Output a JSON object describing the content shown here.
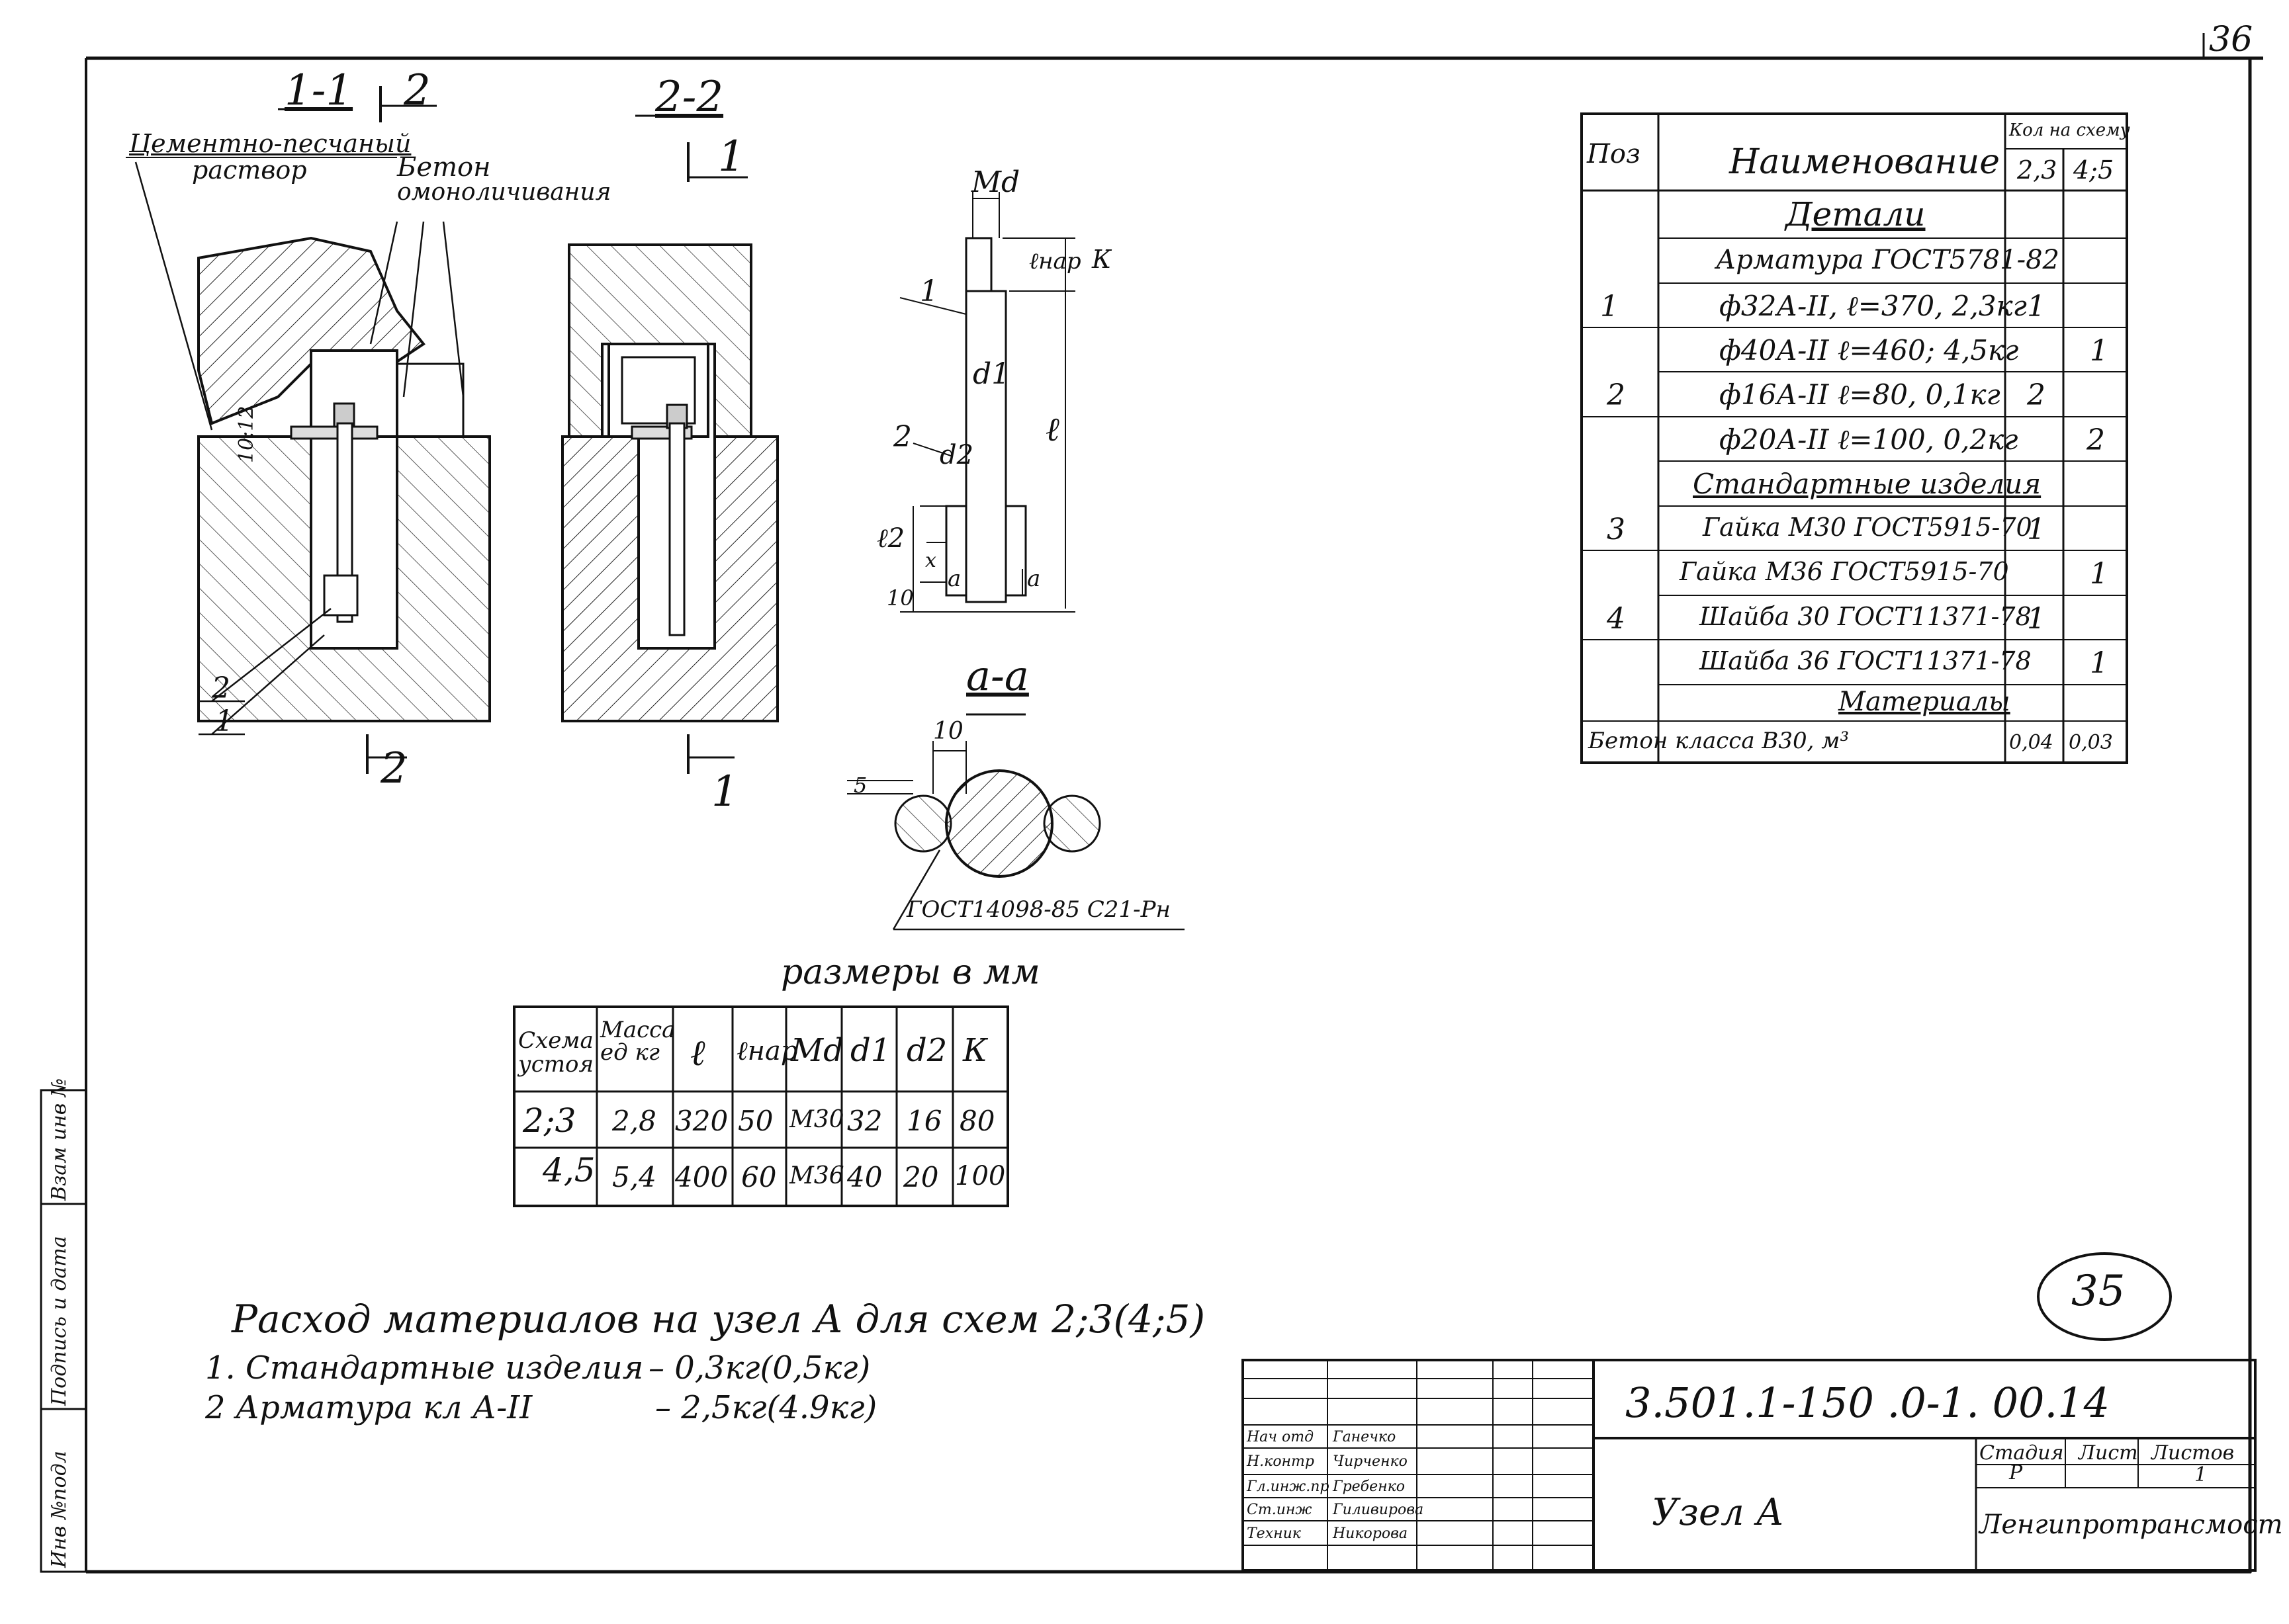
{
  "page_number": "36",
  "circle_stamp": "35",
  "sections": {
    "s11": "1-1",
    "s11_arrow": "2",
    "s22": "2-2",
    "s22_arrow": "1",
    "bottom_left_arrow": "2",
    "bottom_right_arrow": "1",
    "aa": "a-a"
  },
  "callouts": {
    "mortar_1": "Цементно-песчаный",
    "mortar_2": "раствор",
    "concrete_1": "Бетон",
    "concrete_2": "омоноличивания",
    "pos1": "1",
    "pos2": "2",
    "dim_10_12": "10:12",
    "weld": "ГОСТ14098-85 С21-Рн",
    "weld_dim": "10",
    "weld_dim2": "5"
  },
  "detail": {
    "md": "Md",
    "lnar": "ℓнар",
    "k": "К",
    "d1": "d1",
    "d2": "d2",
    "l": "ℓ",
    "l2": "ℓ2",
    "pos1": "1",
    "pos2": "2",
    "x": "x",
    "ten": "10",
    "a_left": "а",
    "a_right": "а"
  },
  "spec_table": {
    "col_pos": "Поз",
    "col_name": "Наименование",
    "col_qty": "Кол на схему",
    "col_23": "2,3",
    "col_45": "4;5",
    "rows": [
      {
        "pos": "",
        "name": "Детали",
        "q1": "",
        "q2": ""
      },
      {
        "pos": "",
        "name": "Арматура ГОСТ5781-82",
        "q1": "",
        "q2": ""
      },
      {
        "pos": "1",
        "name": "ф32А-II, ℓ=370, 2,3кг",
        "q1": "1",
        "q2": ""
      },
      {
        "pos": "",
        "name": "ф40А-II ℓ=460; 4,5кг",
        "q1": "",
        "q2": "1"
      },
      {
        "pos": "2",
        "name": "ф16А-II ℓ=80, 0,1кг",
        "q1": "2",
        "q2": ""
      },
      {
        "pos": "",
        "name": "ф20А-II ℓ=100, 0,2кг",
        "q1": "",
        "q2": "2"
      },
      {
        "pos": "",
        "name": "Стандартные изделия",
        "q1": "",
        "q2": ""
      },
      {
        "pos": "3",
        "name": "Гайка М30 ГОСТ5915-70",
        "q1": "1",
        "q2": ""
      },
      {
        "pos": "",
        "name": "Гайка М36 ГОСТ5915-70",
        "q1": "",
        "q2": "1"
      },
      {
        "pos": "4",
        "name": "Шайба 30 ГОСТ11371-78",
        "q1": "1",
        "q2": ""
      },
      {
        "pos": "",
        "name": "Шайба 36 ГОСТ11371-78",
        "q1": "",
        "q2": "1"
      },
      {
        "pos": "",
        "name": "Материалы",
        "q1": "",
        "q2": ""
      },
      {
        "pos": "",
        "name": "Бетон класса В30, м³",
        "q1": "0,04",
        "q2": "0,03"
      }
    ]
  },
  "dims_title": "размеры в мм",
  "dims_table": {
    "headers": [
      "Схема устоя",
      "Масса ед кг",
      "ℓ",
      "ℓнар",
      "Md",
      "d1",
      "d2",
      "К"
    ],
    "rows": [
      [
        "2;3",
        "2,8",
        "320",
        "50",
        "М30",
        "32",
        "16",
        "80"
      ],
      [
        "4,5",
        "5,4",
        "400",
        "60",
        "М36",
        "40",
        "20",
        "100"
      ]
    ]
  },
  "notes": {
    "title": "Расход материалов на узел А для схем 2;3(4;5)",
    "line1_label": "1. Стандартные изделия",
    "line1_value": "– 0,3кг(0,5кг)",
    "line2_label": "2 Арматура кл А-II",
    "line2_value": "– 2,5кг(4.9кг)"
  },
  "side_margin": {
    "inv_orig": "Инв №подл",
    "sign_date": "Подпись и дата",
    "inv_replace": "Взам инв №"
  },
  "title_block": {
    "code": "3.501.1-150 .0-1. 00.14",
    "title": "Узел А",
    "org": "Ленгипротрансмост",
    "stage_label": "Стадия",
    "sheet_label": "Лист",
    "sheets_label": "Листов",
    "stage_value": "Р",
    "sheets_value": "1",
    "people": [
      {
        "role": "Нач отд",
        "name": "Ганечко"
      },
      {
        "role": "Н.контр",
        "name": "Чирченко"
      },
      {
        "role": "Гл.инж.пр",
        "name": "Гребенко"
      },
      {
        "role": "Ст.инж",
        "name": "Гиливирова"
      },
      {
        "role": "Техник",
        "name": "Никорова"
      }
    ]
  }
}
